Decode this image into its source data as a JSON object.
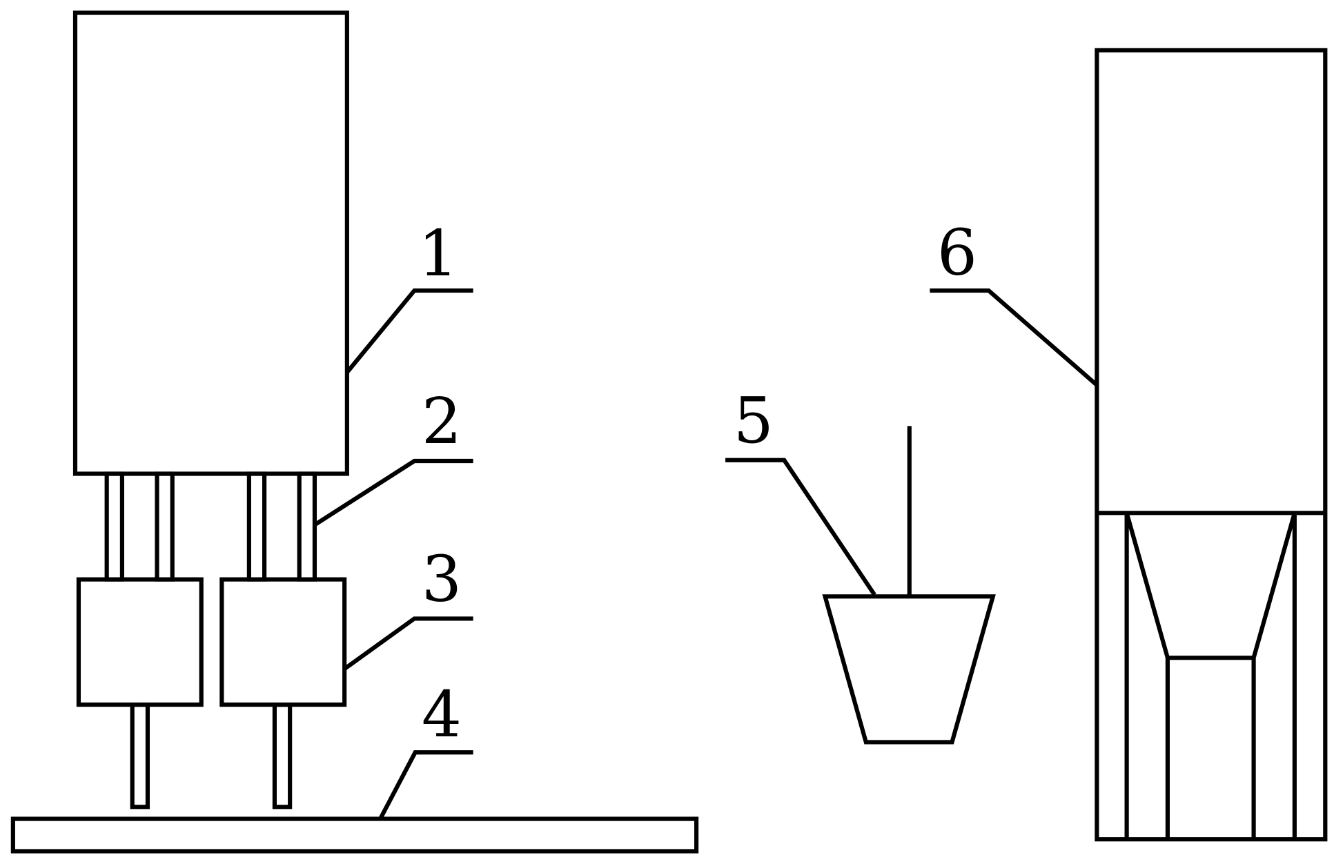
{
  "labels": {
    "l1": "1",
    "l2": "2",
    "l3": "3",
    "l4": "4",
    "l5": "5",
    "l6": "6"
  },
  "style": {
    "line_color": "#000000",
    "background": "#ffffff"
  }
}
